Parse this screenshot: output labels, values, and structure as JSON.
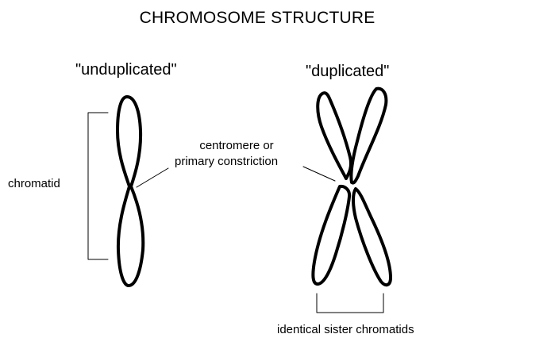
{
  "title": "CHROMOSOME STRUCTURE",
  "left": {
    "heading": "\"unduplicated\"",
    "chromatid_label": "chromatid"
  },
  "right": {
    "heading": "\"duplicated\"",
    "sister_label": "identical sister chromatids"
  },
  "centromere": {
    "line1": "centromere or",
    "line2": "primary constriction"
  },
  "colors": {
    "stroke": "#000000",
    "background": "#ffffff"
  }
}
